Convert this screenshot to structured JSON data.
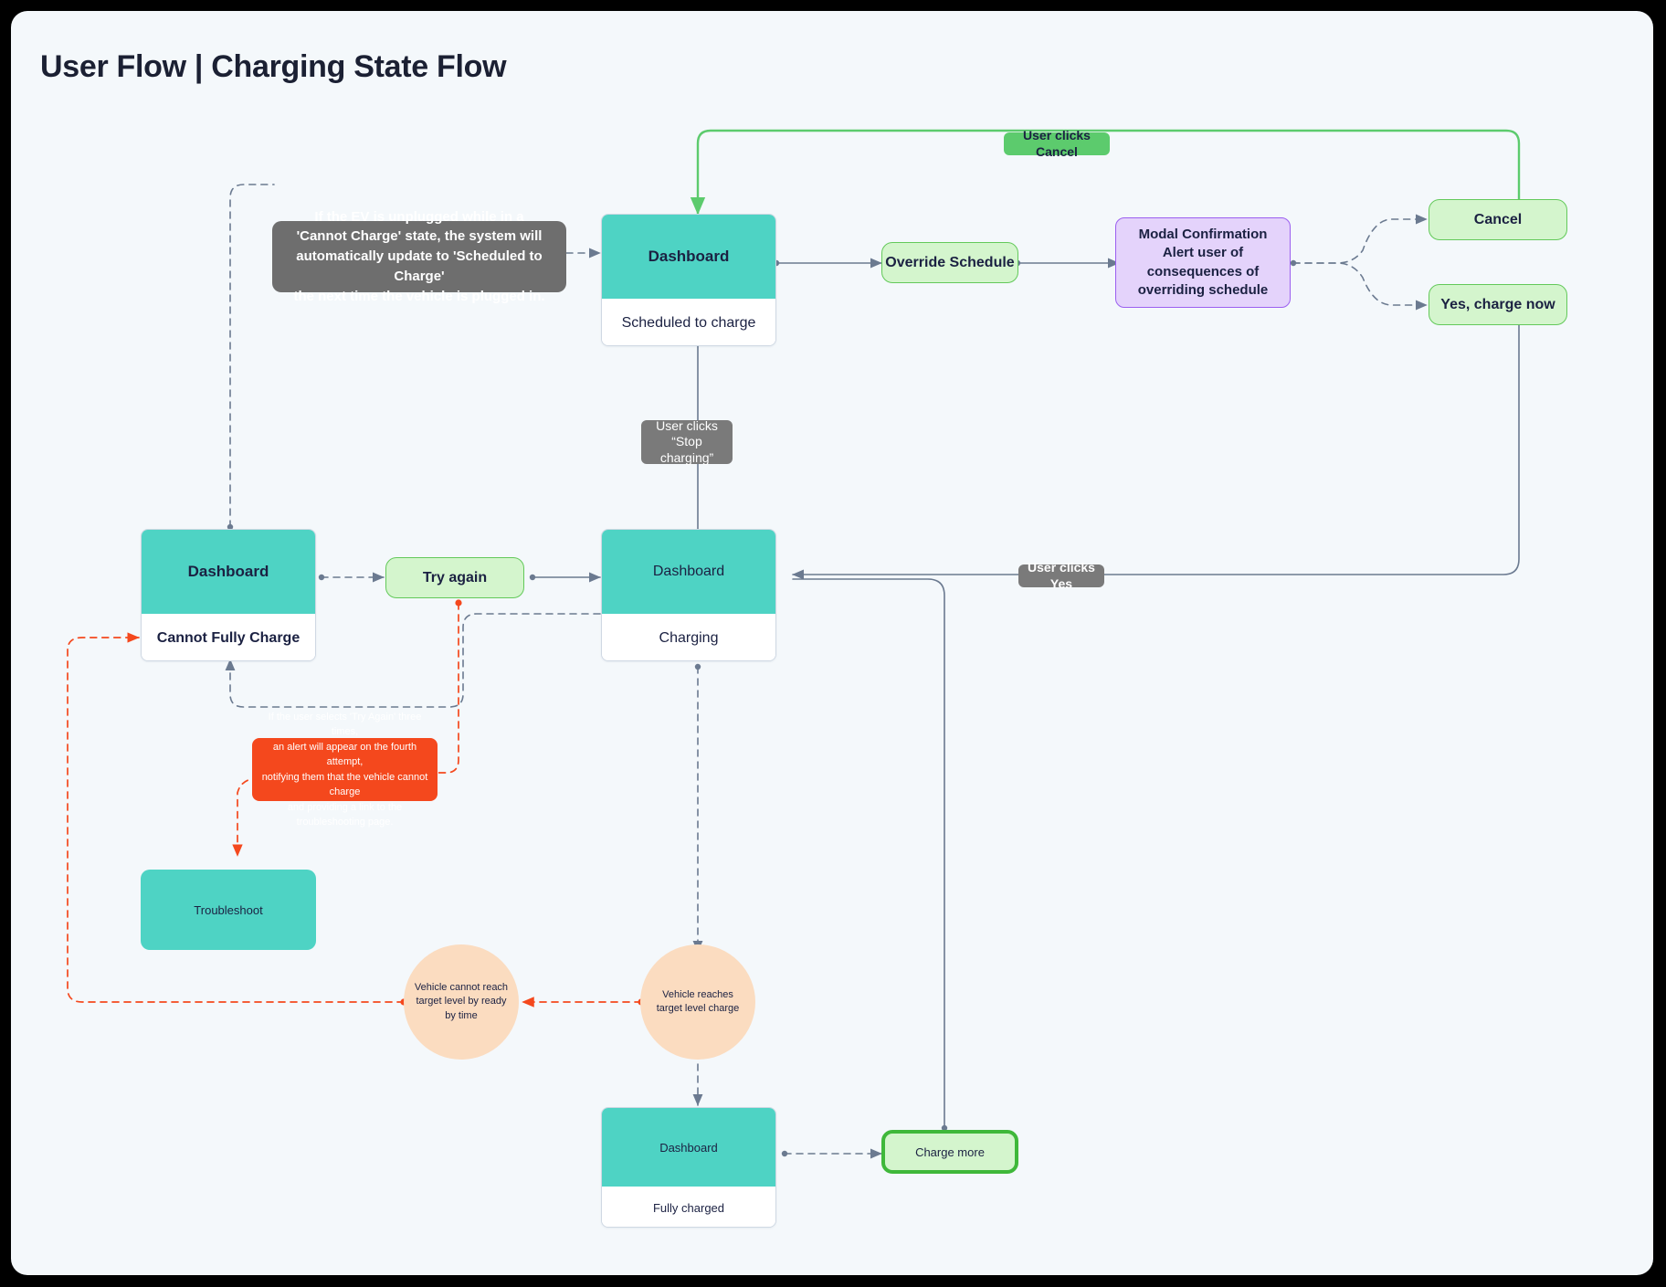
{
  "page": {
    "title": "User Flow | Charging State Flow",
    "canvas_bg": "#f4f8fb",
    "frame_border": "#000000"
  },
  "colors": {
    "teal": "#4ed3c4",
    "green_pill": "#d4f5cd",
    "green_border": "#63c95a",
    "green_badge": "#5ccb6d",
    "purple": "#e4d3fb",
    "purple_border": "#9b5ff0",
    "peach": "#fbdcc0",
    "grey_note": "#6e6e6e",
    "grey_badge": "#7a7a7a",
    "red_note": "#f4481d",
    "text_navy": "#1b2142",
    "wire_grey": "#6b7a90",
    "wire_red": "#f4481d",
    "wire_green": "#5ccb6d"
  },
  "nodes": {
    "note_unplugged": {
      "lines": [
        "If the EV is unplugged while in a",
        "'Cannot Charge' state, the system will",
        "automatically update to 'Scheduled to Charge'",
        "the next time the vehicle is plugged in."
      ]
    },
    "dashboard_scheduled": {
      "title": "Dashboard",
      "state": "Scheduled to charge"
    },
    "override_schedule": {
      "label": "Override Schedule"
    },
    "modal_confirmation": {
      "lines": [
        "Modal Confirmation",
        "Alert user of",
        "consequences of",
        "overriding schedule"
      ]
    },
    "cancel": {
      "label": "Cancel"
    },
    "yes_charge_now": {
      "label": "Yes, charge now"
    },
    "dashboard_cannot": {
      "title": "Dashboard",
      "state": "Cannot Fully Charge"
    },
    "try_again": {
      "label": "Try again"
    },
    "dashboard_charging": {
      "title": "Dashboard",
      "state": "Charging"
    },
    "note_try_again": {
      "lines": [
        "If the user selects 'Try Again' three times,",
        "an alert will appear on the fourth attempt,",
        "notifying them that the vehicle cannot charge",
        "and providing a link to the troubleshooting page."
      ]
    },
    "troubleshoot": {
      "label": "Troubleshoot"
    },
    "circle_cannot_reach": {
      "lines": [
        "Vehicle cannot reach",
        "target level by ready",
        "by time"
      ]
    },
    "circle_reaches": {
      "lines": [
        "Vehicle reaches",
        "target level charge"
      ]
    },
    "dashboard_full": {
      "title": "Dashboard",
      "state": "Fully charged"
    },
    "charge_more": {
      "label": "Charge more"
    }
  },
  "badges": {
    "user_clicks_cancel": "User clicks Cancel",
    "user_clicks_stop": [
      "User clicks",
      "“Stop charging”"
    ],
    "user_clicks_yes": "User clicks Yes"
  }
}
